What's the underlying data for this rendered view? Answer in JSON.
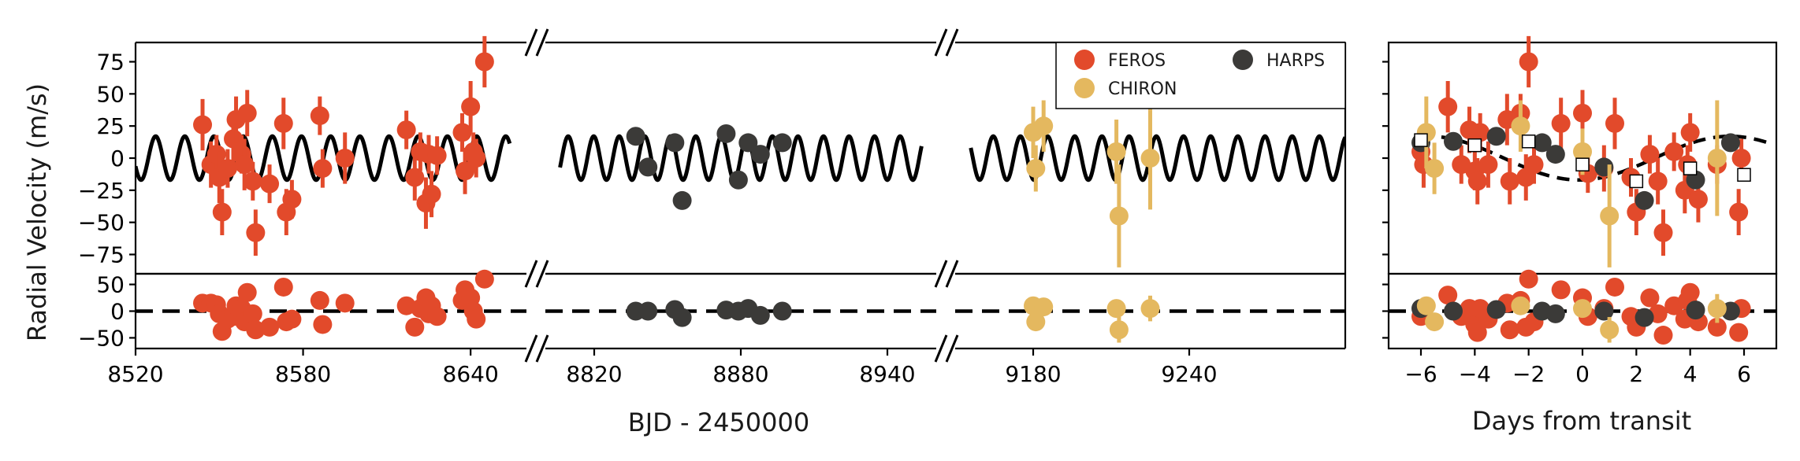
{
  "colors": {
    "FEROS": "#e24a2b",
    "CHIRON": "#e4b85f",
    "HARPS": "#3b3a38",
    "model": "#000000",
    "binned": "#ffffff"
  },
  "chart_data": [
    {
      "type": "scatter",
      "panel": "rv-time-series",
      "ylabel": "Radial Velocity  (m/s)",
      "xlabel": "BJD - 2450000",
      "ylim_main": [
        -90,
        90
      ],
      "ylim_residual": [
        -70,
        70
      ],
      "grid": false,
      "legend_placement": "top-right",
      "x_segments": [
        {
          "range": [
            8520,
            8660
          ],
          "ticks": [
            8520,
            8580,
            8640
          ]
        },
        {
          "range": [
            8800,
            8960
          ],
          "ticks": [
            8820,
            8880,
            8940
          ]
        },
        {
          "range": [
            9150,
            9300
          ],
          "ticks": [
            9180,
            9240
          ]
        }
      ],
      "yticks_main": [
        -75,
        -50,
        -25,
        0,
        25,
        50,
        75
      ],
      "yticks_residual": [
        -50,
        0,
        50
      ],
      "model": {
        "amplitude": 17,
        "period": 10.45,
        "phase": 0.25
      },
      "series": [
        {
          "name": "FEROS",
          "points": [
            {
              "x": 8544,
              "y": 26,
              "e": 20,
              "r": 15
            },
            {
              "x": 8547,
              "y": -5,
              "e": 18,
              "r": 15
            },
            {
              "x": 8549,
              "y": 3,
              "e": 15,
              "r": 12
            },
            {
              "x": 8550,
              "y": -15,
              "e": 20,
              "r": -5
            },
            {
              "x": 8551,
              "y": -42,
              "e": 18,
              "r": -38
            },
            {
              "x": 8553,
              "y": -8,
              "e": 15,
              "r": -15
            },
            {
              "x": 8555,
              "y": 15,
              "e": 20,
              "r": -10
            },
            {
              "x": 8556,
              "y": 30,
              "e": 18,
              "r": 10
            },
            {
              "x": 8558,
              "y": 3,
              "e": 15,
              "r": 5
            },
            {
              "x": 8559,
              "y": -5,
              "e": 20,
              "r": -20
            },
            {
              "x": 8560,
              "y": 35,
              "e": 18,
              "r": 35
            },
            {
              "x": 8562,
              "y": -18,
              "e": 15,
              "r": -5
            },
            {
              "x": 8563,
              "y": -58,
              "e": 18,
              "r": -35
            },
            {
              "x": 8568,
              "y": -20,
              "e": 15,
              "r": -30
            },
            {
              "x": 8573,
              "y": 27,
              "e": 20,
              "r": 45
            },
            {
              "x": 8574,
              "y": -42,
              "e": 18,
              "r": -20
            },
            {
              "x": 8576,
              "y": -32,
              "e": 15,
              "r": -15
            },
            {
              "x": 8586,
              "y": 33,
              "e": 15,
              "r": 20
            },
            {
              "x": 8587,
              "y": -8,
              "e": 15,
              "r": -25
            },
            {
              "x": 8595,
              "y": 0,
              "e": 20,
              "r": 15
            },
            {
              "x": 8617,
              "y": 22,
              "e": 15,
              "r": 10
            },
            {
              "x": 8620,
              "y": -15,
              "e": 18,
              "r": -30
            },
            {
              "x": 8622,
              "y": 5,
              "e": 15,
              "r": 5
            },
            {
              "x": 8624,
              "y": -35,
              "e": 20,
              "r": 25
            },
            {
              "x": 8625,
              "y": 3,
              "e": 15,
              "r": -5
            },
            {
              "x": 8626,
              "y": -28,
              "e": 18,
              "r": 10
            },
            {
              "x": 8628,
              "y": 2,
              "e": 15,
              "r": -10
            },
            {
              "x": 8637,
              "y": 20,
              "e": 15,
              "r": 20
            },
            {
              "x": 8638,
              "y": -10,
              "e": 18,
              "r": 40
            },
            {
              "x": 8640,
              "y": 40,
              "e": 20,
              "r": 25
            },
            {
              "x": 8641,
              "y": 5,
              "e": 15,
              "r": 0
            },
            {
              "x": 8642,
              "y": 0,
              "e": 15,
              "r": -15
            },
            {
              "x": 8645,
              "y": 75,
              "e": 20,
              "r": 60
            }
          ]
        },
        {
          "name": "CHIRON",
          "points": [
            {
              "x": 9180,
              "y": 20,
              "e": 20,
              "r": 10
            },
            {
              "x": 9181,
              "y": -8,
              "e": 18,
              "r": -20
            },
            {
              "x": 9184,
              "y": 25,
              "e": 20,
              "r": 8
            },
            {
              "x": 9212,
              "y": 5,
              "e": 25,
              "r": 5
            },
            {
              "x": 9213,
              "y": -45,
              "e": 40,
              "r": -35
            },
            {
              "x": 9225,
              "y": 0,
              "e": 40,
              "r": 5
            }
          ]
        },
        {
          "name": "HARPS",
          "points": [
            {
              "x": 8837,
              "y": 17,
              "e": 4,
              "r": 0
            },
            {
              "x": 8842,
              "y": -7,
              "e": 4,
              "r": 0
            },
            {
              "x": 8853,
              "y": 12,
              "e": 4,
              "r": 3
            },
            {
              "x": 8856,
              "y": -33,
              "e": 4,
              "r": -12
            },
            {
              "x": 8874,
              "y": 19,
              "e": 4,
              "r": 2
            },
            {
              "x": 8879,
              "y": -17,
              "e": 4,
              "r": 0
            },
            {
              "x": 8883,
              "y": 12,
              "e": 4,
              "r": 5
            },
            {
              "x": 8888,
              "y": 3,
              "e": 4,
              "r": -8
            },
            {
              "x": 8897,
              "y": 12,
              "e": 4,
              "r": 0
            }
          ]
        }
      ]
    },
    {
      "type": "scatter",
      "panel": "phase-folded",
      "xlabel": "Days from transit",
      "xlim": [
        -7.2,
        7.2
      ],
      "xticks": [
        -6,
        -4,
        -2,
        0,
        2,
        4,
        6
      ],
      "ylim_main": [
        -90,
        90
      ],
      "ylim_residual": [
        -70,
        70
      ],
      "grid": false,
      "series": [
        {
          "name": "FEROS",
          "points": [
            {
              "x": -6.0,
              "y": 5,
              "e": 15,
              "r": -10
            },
            {
              "x": -5.9,
              "y": -5,
              "e": 18,
              "r": 5
            },
            {
              "x": -5.0,
              "y": 40,
              "e": 20,
              "r": 30
            },
            {
              "x": -4.5,
              "y": -5,
              "e": 15,
              "r": -10
            },
            {
              "x": -4.2,
              "y": 22,
              "e": 18,
              "r": 5
            },
            {
              "x": -4.0,
              "y": -10,
              "e": 15,
              "r": -25
            },
            {
              "x": -3.9,
              "y": -18,
              "e": 18,
              "r": -40
            },
            {
              "x": -3.8,
              "y": 20,
              "e": 15,
              "r": 5
            },
            {
              "x": -3.5,
              "y": -5,
              "e": 18,
              "r": -15
            },
            {
              "x": -2.8,
              "y": 30,
              "e": 20,
              "r": 15
            },
            {
              "x": -2.7,
              "y": -18,
              "e": 18,
              "r": -35
            },
            {
              "x": -2.3,
              "y": 35,
              "e": 15,
              "r": 20
            },
            {
              "x": -2.0,
              "y": 75,
              "e": 20,
              "r": 60
            },
            {
              "x": -1.8,
              "y": -5,
              "e": 15,
              "r": -20
            },
            {
              "x": -2.1,
              "y": -15,
              "e": 18,
              "r": -30
            },
            {
              "x": -0.8,
              "y": 27,
              "e": 20,
              "r": 40
            },
            {
              "x": 0.0,
              "y": 35,
              "e": 18,
              "r": 25
            },
            {
              "x": 0.2,
              "y": -12,
              "e": 15,
              "r": -10
            },
            {
              "x": 0.8,
              "y": -8,
              "e": 18,
              "r": 5
            },
            {
              "x": 1.2,
              "y": 27,
              "e": 20,
              "r": 45
            },
            {
              "x": 1.8,
              "y": -15,
              "e": 15,
              "r": -10
            },
            {
              "x": 2.0,
              "y": -42,
              "e": 18,
              "r": -30
            },
            {
              "x": 2.5,
              "y": 3,
              "e": 15,
              "r": 25
            },
            {
              "x": 2.8,
              "y": -18,
              "e": 18,
              "r": -5
            },
            {
              "x": 3.0,
              "y": -58,
              "e": 18,
              "r": -45
            },
            {
              "x": 3.4,
              "y": 5,
              "e": 15,
              "r": 10
            },
            {
              "x": 3.8,
              "y": -25,
              "e": 18,
              "r": -15
            },
            {
              "x": 3.9,
              "y": -5,
              "e": 15,
              "r": 20
            },
            {
              "x": 4.0,
              "y": 20,
              "e": 15,
              "r": 35
            },
            {
              "x": 4.3,
              "y": -32,
              "e": 18,
              "r": -20
            },
            {
              "x": 5.0,
              "y": -5,
              "e": 15,
              "r": -30
            },
            {
              "x": 5.8,
              "y": -42,
              "e": 18,
              "r": -40
            },
            {
              "x": 5.9,
              "y": 0,
              "e": 15,
              "r": 5
            }
          ]
        },
        {
          "name": "CHIRON",
          "points": [
            {
              "x": -5.8,
              "y": 20,
              "e": 28,
              "r": 10
            },
            {
              "x": -5.5,
              "y": -8,
              "e": 20,
              "r": -20
            },
            {
              "x": -2.3,
              "y": 25,
              "e": 20,
              "r": 10
            },
            {
              "x": 0.0,
              "y": 5,
              "e": 18,
              "r": 5
            },
            {
              "x": 1.0,
              "y": -45,
              "e": 40,
              "r": -35
            },
            {
              "x": 5.0,
              "y": 0,
              "e": 45,
              "r": 5
            }
          ]
        },
        {
          "name": "HARPS",
          "points": [
            {
              "x": -6.0,
              "y": 12,
              "e": 4,
              "r": 5
            },
            {
              "x": -4.8,
              "y": 13,
              "e": 4,
              "r": 0
            },
            {
              "x": -3.2,
              "y": 17,
              "e": 4,
              "r": 3
            },
            {
              "x": -1.5,
              "y": 12,
              "e": 4,
              "r": 0
            },
            {
              "x": -1.0,
              "y": 3,
              "e": 4,
              "r": -5
            },
            {
              "x": 0.8,
              "y": -7,
              "e": 4,
              "r": 0
            },
            {
              "x": 2.3,
              "y": -33,
              "e": 4,
              "r": -12
            },
            {
              "x": 4.2,
              "y": -17,
              "e": 4,
              "r": 2
            },
            {
              "x": 5.5,
              "y": 12,
              "e": 4,
              "r": 0
            }
          ]
        },
        {
          "name": "binned",
          "points": [
            {
              "x": -6.0,
              "y": 14
            },
            {
              "x": -4.0,
              "y": 10
            },
            {
              "x": -2.0,
              "y": 13
            },
            {
              "x": 0.0,
              "y": -5
            },
            {
              "x": 2.0,
              "y": -18
            },
            {
              "x": 4.0,
              "y": -8
            },
            {
              "x": 6.0,
              "y": -13
            }
          ]
        }
      ]
    }
  ]
}
